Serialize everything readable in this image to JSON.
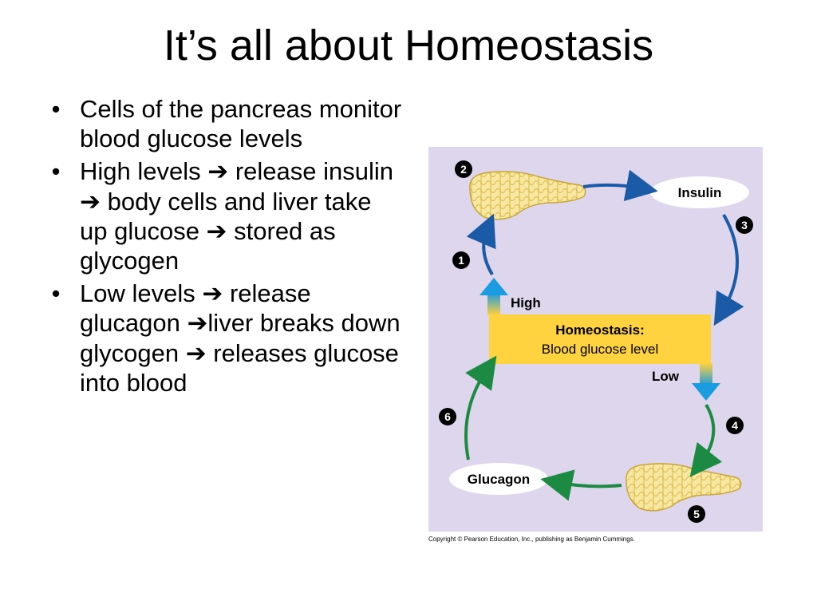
{
  "slide": {
    "title": "It’s all about Homeostasis",
    "bullets": [
      "Cells of the pancreas monitor blood glucose levels",
      "High levels ➔ release insulin ➔ body cells and liver take up glucose ➔ stored as glycogen",
      "Low levels ➔ release glucagon ➔liver breaks down glycogen ➔ releases glucose into blood"
    ],
    "bullet_symbol": "•"
  },
  "diagram": {
    "center_title": "Homeostasis:",
    "center_subtitle": "Blood glucose level",
    "high_label": "High",
    "low_label": "Low",
    "insulin_label": "Insulin",
    "glucagon_label": "Glucagon",
    "step_numbers": [
      "1",
      "2",
      "3",
      "4",
      "5",
      "6"
    ],
    "colors": {
      "background": "#ddd6ec",
      "center_box": "#ffd23f",
      "insulin_arrow": "#1a5aa6",
      "glucagon_arrow": "#1d8a44",
      "up_down_arrow": "#1b9be0",
      "pancreas": "#f7e7a0"
    },
    "icons": [
      "pancreas-icon",
      "up-arrow-icon",
      "down-arrow-icon"
    ]
  },
  "footer": {
    "copyright": "Copyright © Pearson Education, Inc., publishing as Benjamin Cummings."
  }
}
